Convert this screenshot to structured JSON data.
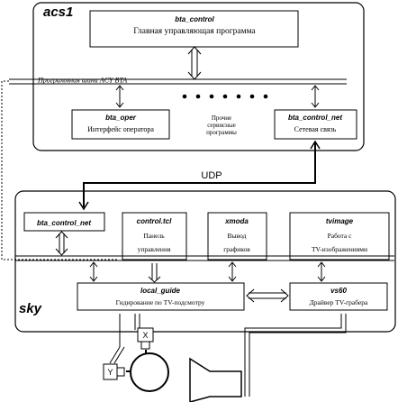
{
  "hosts": {
    "acs1": "acs1",
    "sky": "sky"
  },
  "bus": {
    "label": "Программная шина ACY BTA"
  },
  "link": {
    "label": "UDP"
  },
  "acs1_boxes": {
    "bta_control": {
      "name": "bta_control",
      "desc": "Главная управляющая программа"
    },
    "bta_oper": {
      "name": "bta_oper",
      "desc": "Интерфейс оператора"
    },
    "other_programs": {
      "line1": "Прочие",
      "line2": "сервисные",
      "line3": "программы"
    },
    "bta_control_net": {
      "name": "bta_control_net",
      "desc": "Сетевая связь"
    }
  },
  "sky_boxes": {
    "bta_control_net": {
      "name": "bta_control_net"
    },
    "control_tcl": {
      "name": "control.tcl",
      "line1": "Панель",
      "line2": "управления"
    },
    "xmoda": {
      "name": "xmoda",
      "line1": "Вывод",
      "line2": "графиков"
    },
    "tvimage": {
      "name": "tvimage",
      "line1": "Работа с",
      "line2": "TV-изображениями"
    },
    "local_guide": {
      "name": "local_guide",
      "desc": "Гидирование по TV-подсмотру"
    },
    "vs60": {
      "name": "vs60",
      "desc": "Драйвер TV-грабера"
    }
  },
  "hardware": {
    "motor_x": "X",
    "motor_y": "Y"
  }
}
